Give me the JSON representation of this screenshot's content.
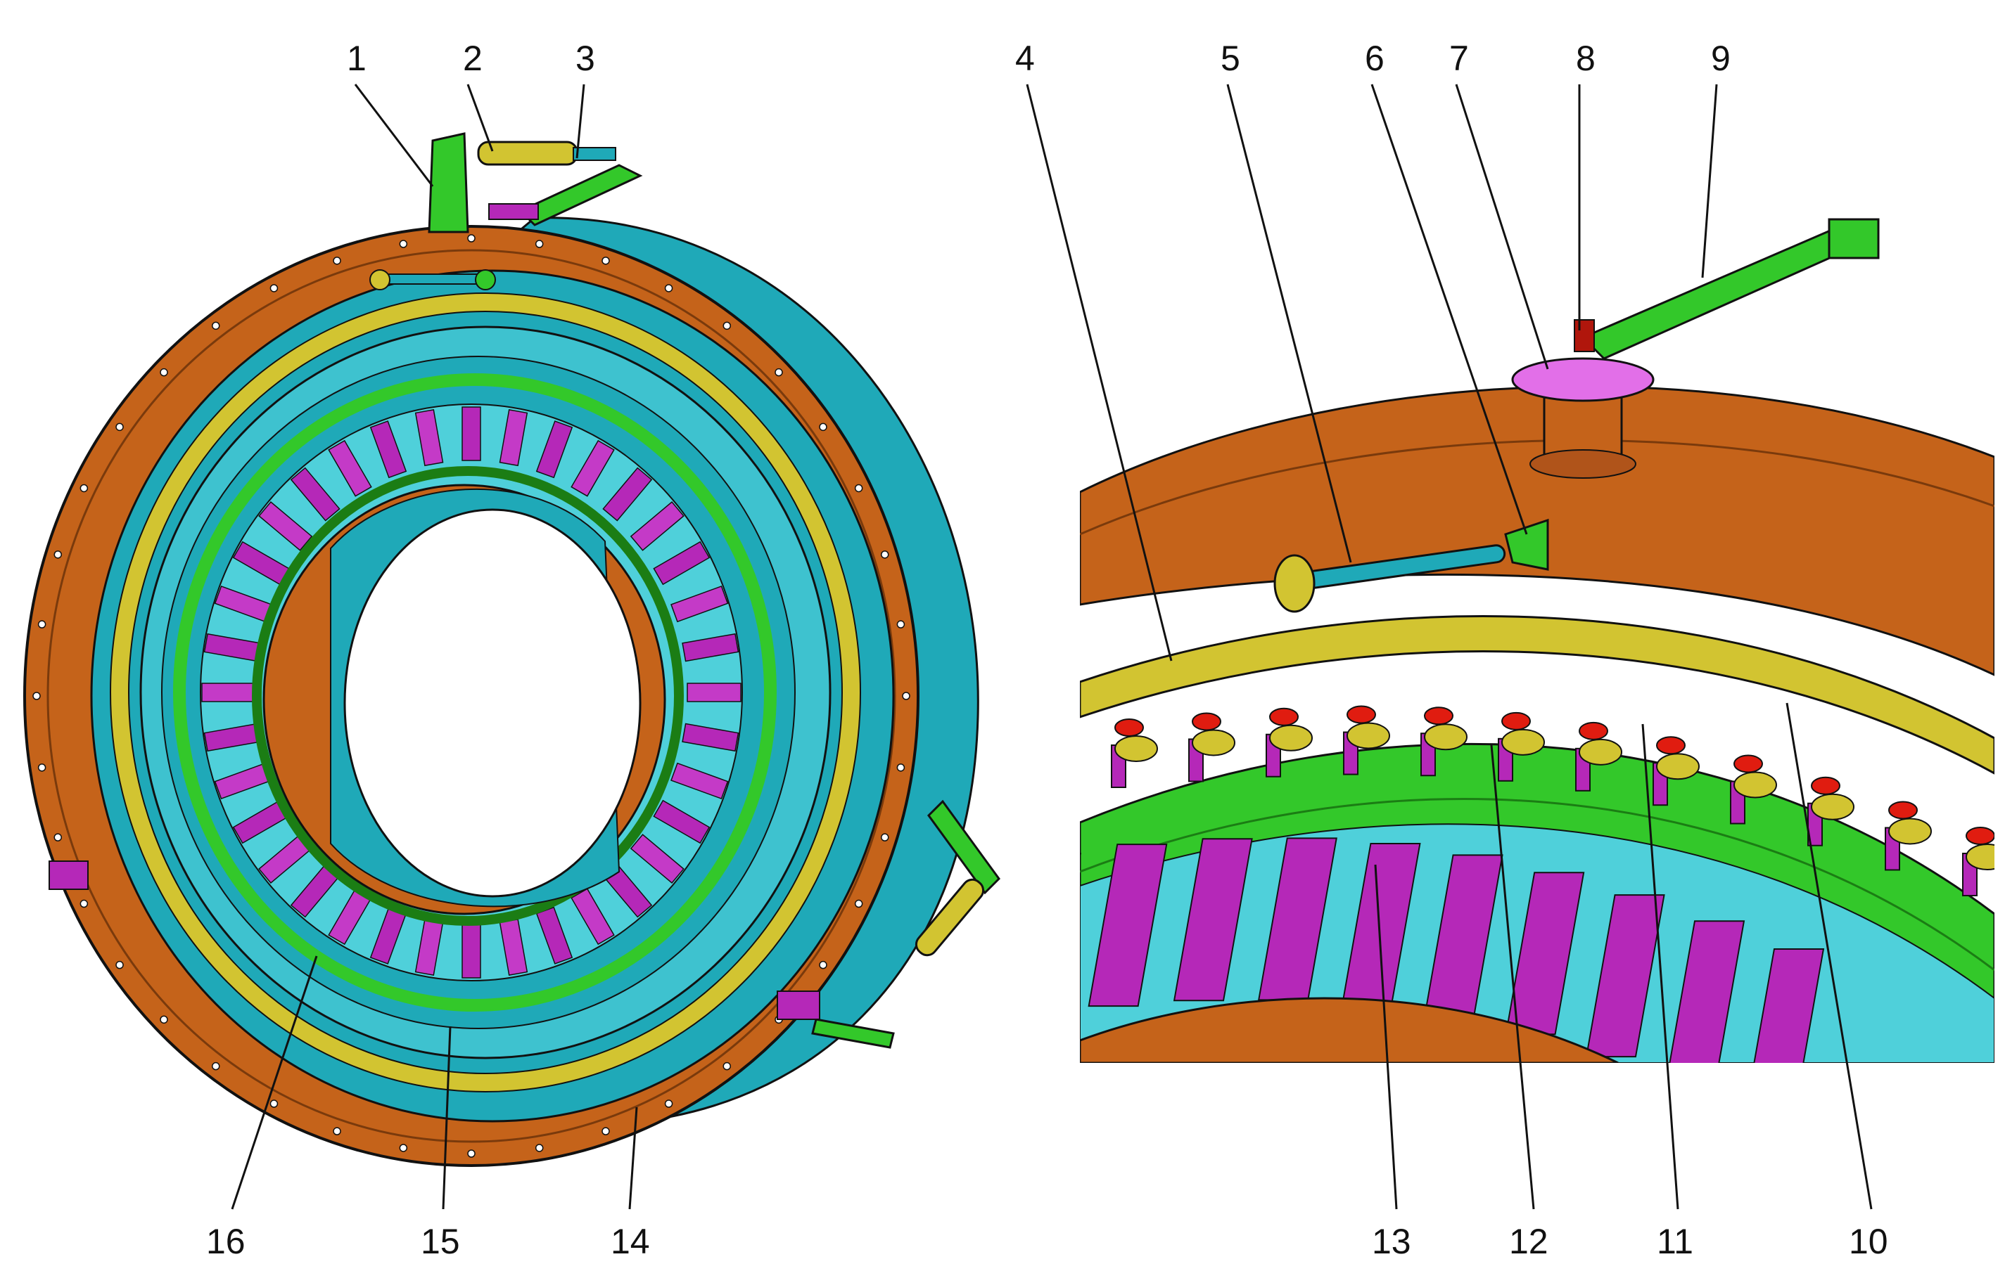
{
  "palette": {
    "flange": "#c5631a",
    "flange_dark": "#7a3a0c",
    "cyan_casing": "#1fa9b8",
    "cyan_light": "#4fd0da",
    "green_ring": "#33c82a",
    "green_dark": "#1b7d14",
    "yellow_ring": "#d2c431",
    "magenta_vane": "#b528b8",
    "red_nut": "#e01c10",
    "outline": "#111111"
  },
  "callouts": [
    {
      "id": "1",
      "label": "1"
    },
    {
      "id": "2",
      "label": "2"
    },
    {
      "id": "3",
      "label": "3"
    },
    {
      "id": "4",
      "label": "4"
    },
    {
      "id": "5",
      "label": "5"
    },
    {
      "id": "6",
      "label": "6"
    },
    {
      "id": "7",
      "label": "7"
    },
    {
      "id": "8",
      "label": "8"
    },
    {
      "id": "9",
      "label": "9"
    },
    {
      "id": "10",
      "label": "10"
    },
    {
      "id": "11",
      "label": "11"
    },
    {
      "id": "12",
      "label": "12"
    },
    {
      "id": "13",
      "label": "13"
    },
    {
      "id": "14",
      "label": "14"
    },
    {
      "id": "15",
      "label": "15"
    },
    {
      "id": "16",
      "label": "16"
    }
  ]
}
